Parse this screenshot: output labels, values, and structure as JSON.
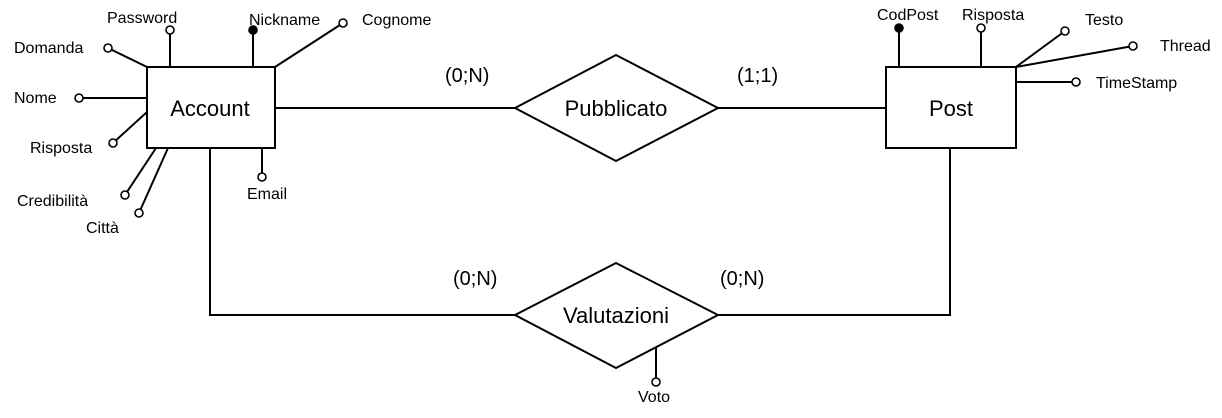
{
  "entities": {
    "account": "Account",
    "post": "Post"
  },
  "relationships": {
    "pubblicato": "Pubblicato",
    "valutazioni": "Valutazioni"
  },
  "account_attributes": {
    "password": "Password",
    "nickname": "Nickname",
    "cognome": "Cognome",
    "domanda": "Domanda",
    "nome": "Nome",
    "risposta": "Risposta",
    "credibilita": "Credibilità",
    "citta": "Città",
    "email": "Email"
  },
  "post_attributes": {
    "codpost": "CodPost",
    "risposta": "Risposta",
    "testo": "Testo",
    "thread": "Thread",
    "timestamp": "TimeStamp"
  },
  "relationship_attributes": {
    "voto": "Voto"
  },
  "cardinalities": {
    "account_pubblicato": "(0;N)",
    "post_pubblicato": "(1;1)",
    "account_valutazioni": "(0;N)",
    "post_valutazioni": "(0;N)"
  }
}
